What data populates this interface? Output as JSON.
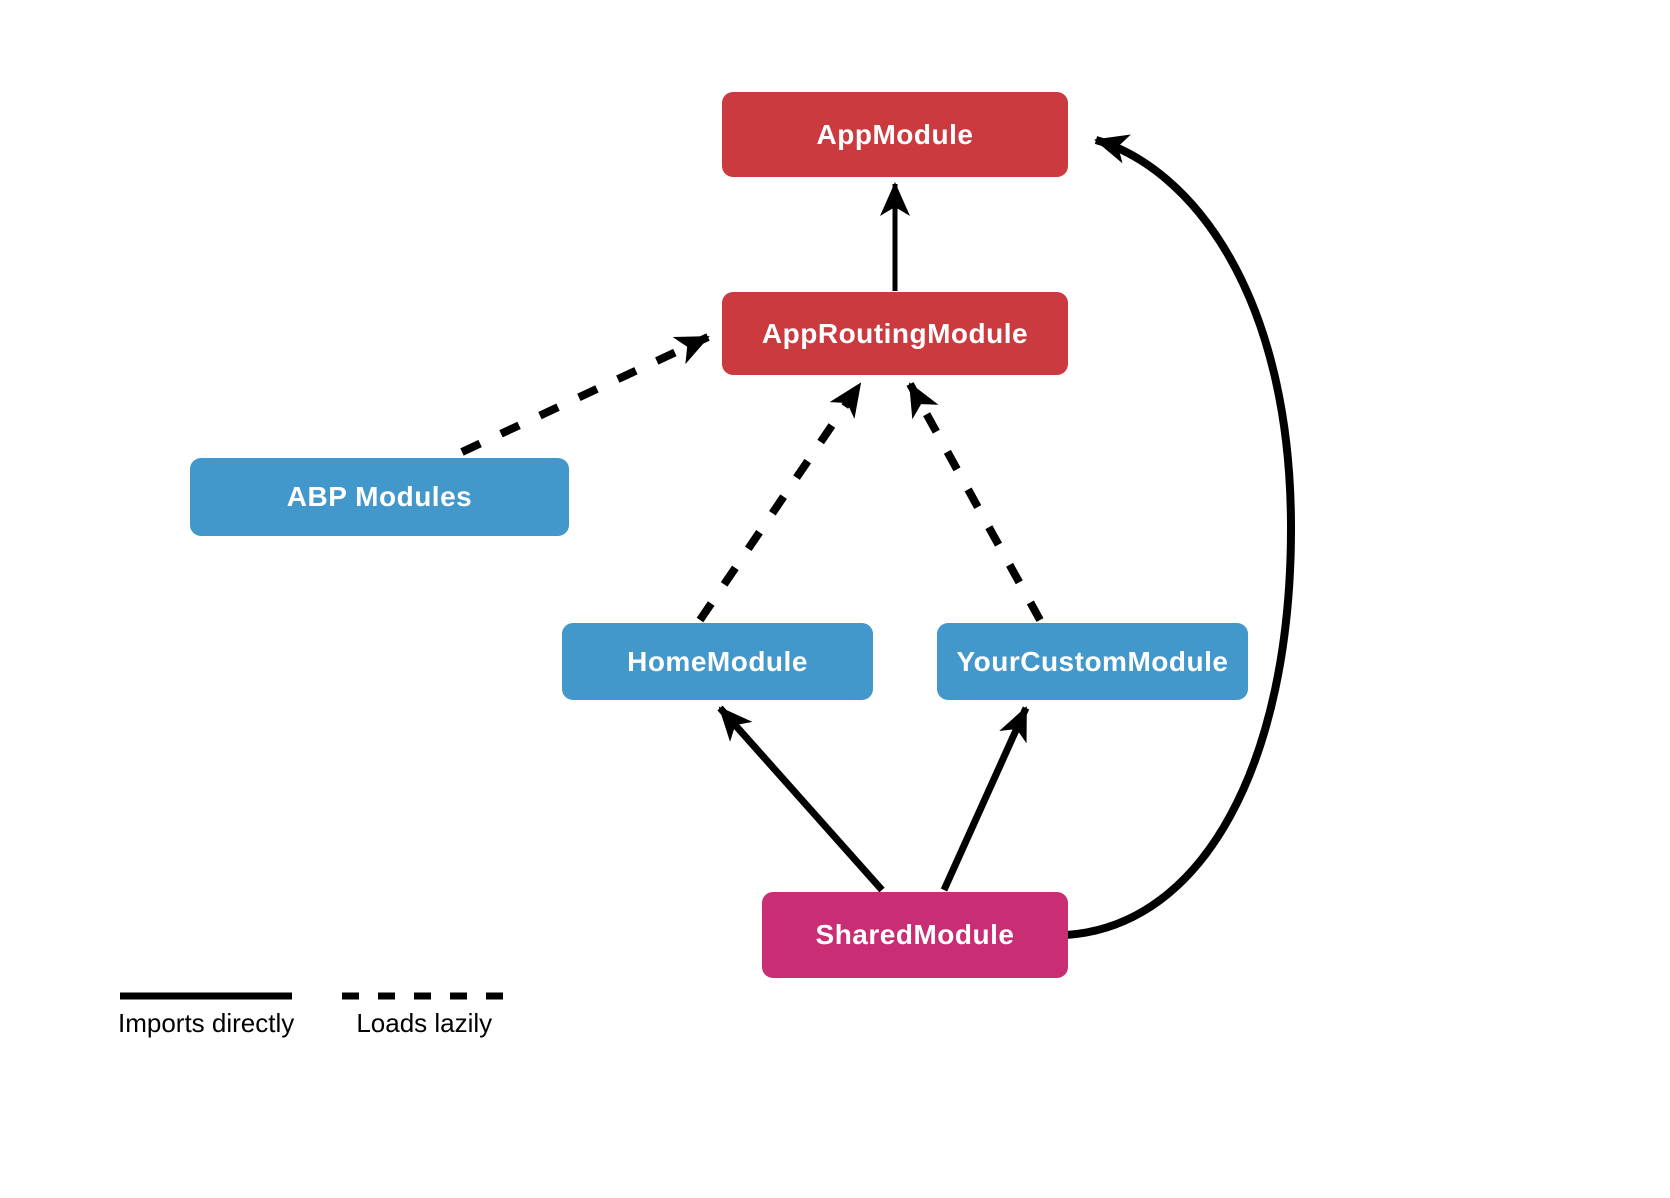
{
  "diagram": {
    "background": "#FFFFFF",
    "edge_color": "#000000",
    "node_text_color": "#FFFFFF",
    "nodes": {
      "appmodule": {
        "label": "AppModule",
        "color": "#CA3A3E"
      },
      "approutingmodule": {
        "label": "AppRoutingModule",
        "color": "#CA3A3E"
      },
      "abpmodules": {
        "label": "ABP Modules",
        "color": "#4297CB"
      },
      "homemodule": {
        "label": "HomeModule",
        "color": "#4297CB"
      },
      "yourcustommodule": {
        "label": "YourCustomModule",
        "color": "#4297CB"
      },
      "sharedmodule": {
        "label": "SharedModule",
        "color": "#C92D73"
      }
    },
    "edges": [
      {
        "from": "AppRoutingModule",
        "to": "AppModule",
        "style": "solid"
      },
      {
        "from": "ABP Modules",
        "to": "AppRoutingModule",
        "style": "dashed"
      },
      {
        "from": "HomeModule",
        "to": "AppRoutingModule",
        "style": "dashed"
      },
      {
        "from": "YourCustomModule",
        "to": "AppRoutingModule",
        "style": "dashed"
      },
      {
        "from": "SharedModule",
        "to": "HomeModule",
        "style": "solid"
      },
      {
        "from": "SharedModule",
        "to": "YourCustomModule",
        "style": "solid"
      },
      {
        "from": "SharedModule",
        "to": "AppModule",
        "style": "solid"
      }
    ],
    "legend": {
      "solid_label": "Imports directly",
      "dashed_label": "Loads lazily"
    }
  }
}
